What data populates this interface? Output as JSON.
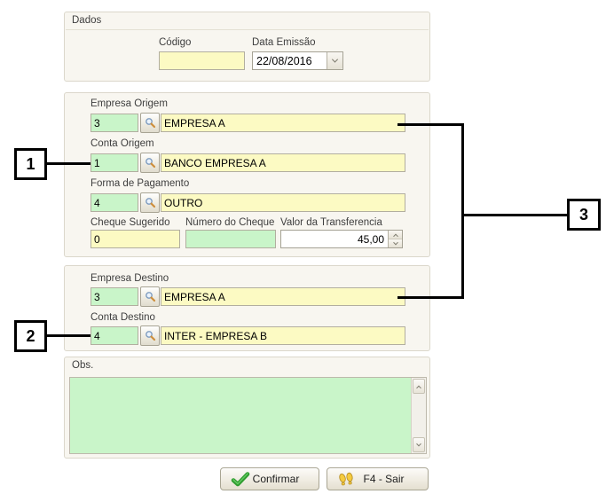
{
  "dados": {
    "title": "Dados",
    "codigo": {
      "label": "Código",
      "value": ""
    },
    "data_emissao": {
      "label": "Data Emissão",
      "value": "22/08/2016"
    }
  },
  "origem": {
    "empresa": {
      "label": "Empresa Origem",
      "code": "3",
      "name": "EMPRESA A"
    },
    "conta": {
      "label": "Conta Origem",
      "code": "1",
      "name": "BANCO EMPRESA A"
    },
    "forma_pagamento": {
      "label": "Forma de Pagamento",
      "code": "4",
      "name": "OUTRO"
    },
    "cheque_sugerido": {
      "label": "Cheque Sugerido",
      "value": "0"
    },
    "numero_cheque": {
      "label": "Número do Cheque",
      "value": ""
    },
    "valor_transferencia": {
      "label": "Valor da Transferencia",
      "value": "45,00"
    }
  },
  "destino": {
    "empresa": {
      "label": "Empresa Destino",
      "code": "3",
      "name": "EMPRESA A"
    },
    "conta": {
      "label": "Conta Destino",
      "code": "4",
      "name": "INTER - EMPRESA B"
    }
  },
  "obs": {
    "title": "Obs.",
    "value": ""
  },
  "buttons": {
    "confirmar": "Confirmar",
    "sair": "F4 - Sair"
  },
  "callouts": {
    "one": "1",
    "two": "2",
    "three": "3"
  },
  "icons": {
    "search": "magnifier-icon",
    "confirm": "green-check-icon",
    "exit": "footprints-icon"
  },
  "colors": {
    "field_yellow": "#FCFAC3",
    "field_green": "#C9F5C9",
    "groupbox_bg": "#F8F6F0",
    "check_green": "#2E9B2E",
    "footprint_yellow": "#F5CB3E",
    "annotation": "#000000"
  }
}
